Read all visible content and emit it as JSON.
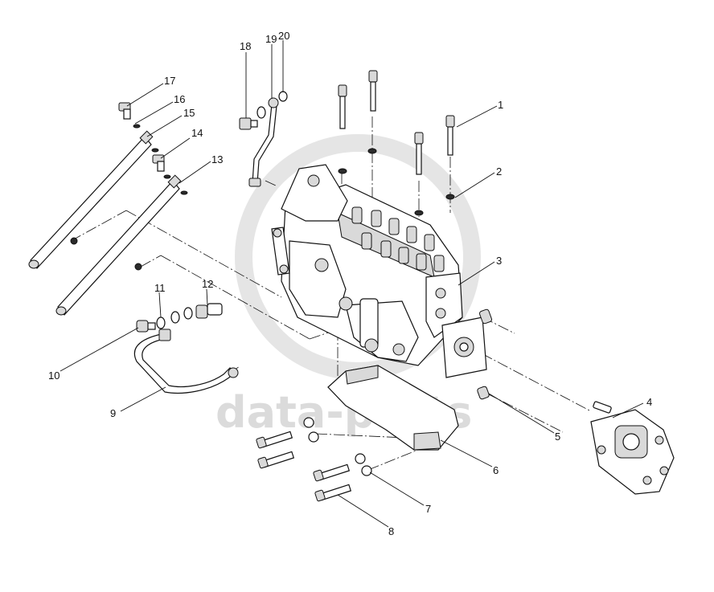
{
  "watermark": {
    "text": "data-parts",
    "color": "#bdbdbd"
  },
  "callouts": [
    {
      "id": "1",
      "label": "1"
    },
    {
      "id": "2",
      "label": "2"
    },
    {
      "id": "3",
      "label": "3"
    },
    {
      "id": "4",
      "label": "4"
    },
    {
      "id": "5",
      "label": "5"
    },
    {
      "id": "6",
      "label": "6"
    },
    {
      "id": "7",
      "label": "7"
    },
    {
      "id": "8",
      "label": "8"
    },
    {
      "id": "9",
      "label": "9"
    },
    {
      "id": "10",
      "label": "10"
    },
    {
      "id": "11",
      "label": "11"
    },
    {
      "id": "12",
      "label": "12"
    },
    {
      "id": "13",
      "label": "13"
    },
    {
      "id": "14",
      "label": "14"
    },
    {
      "id": "15",
      "label": "15"
    },
    {
      "id": "16",
      "label": "16"
    },
    {
      "id": "17",
      "label": "17"
    },
    {
      "id": "18",
      "label": "18"
    },
    {
      "id": "19",
      "label": "19"
    },
    {
      "id": "20",
      "label": "20"
    }
  ],
  "colors": {
    "line": "#111111",
    "background": "#ffffff"
  }
}
